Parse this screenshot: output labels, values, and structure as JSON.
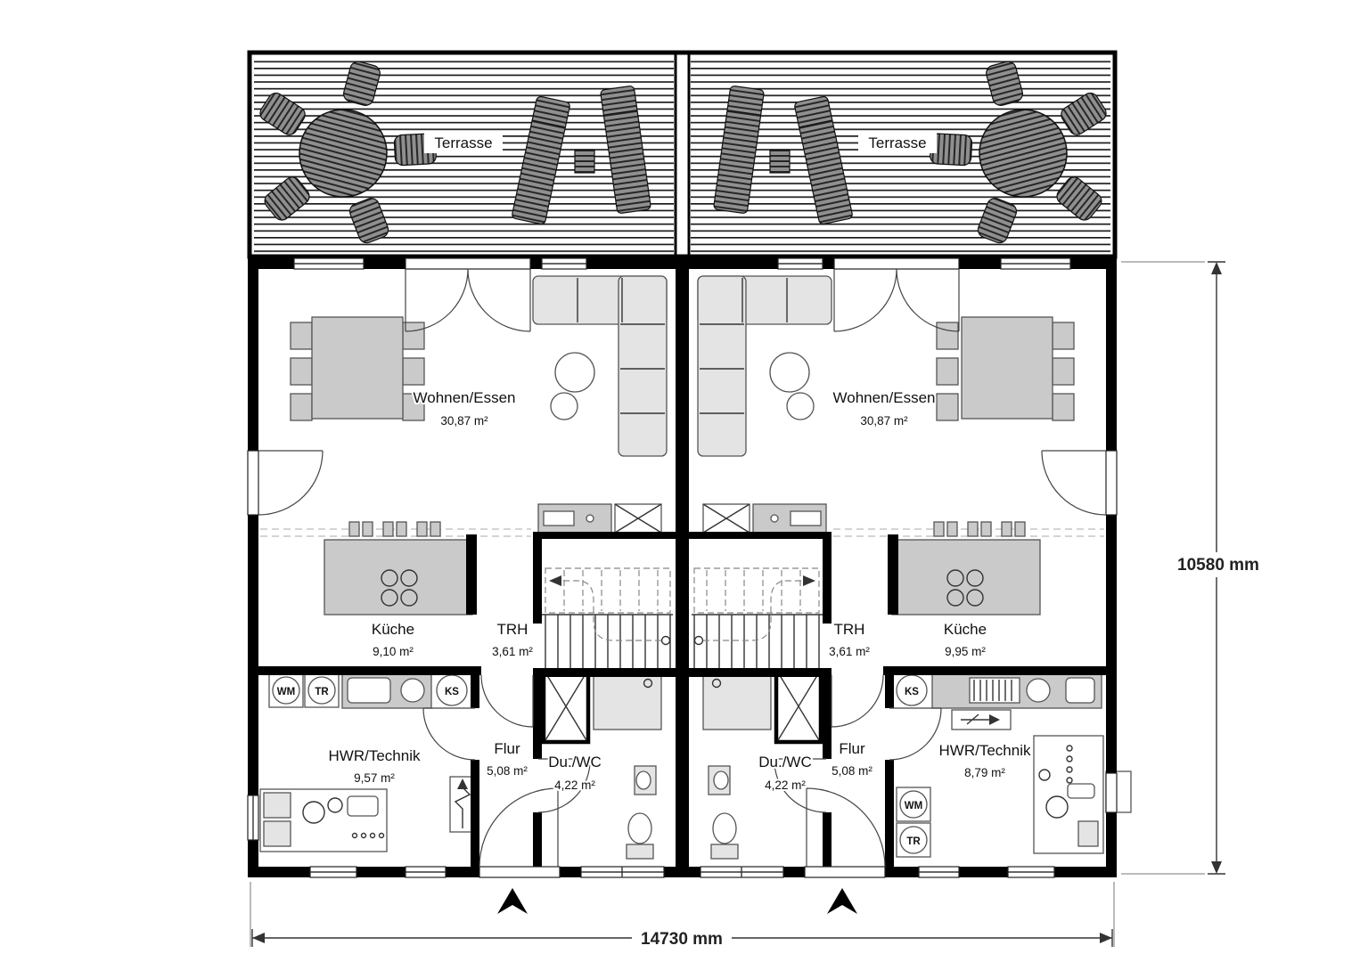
{
  "units": {
    "left": {
      "terrace_label": "Terrasse",
      "rooms": {
        "living": {
          "name": "Wohnen/Essen",
          "area": "30,87 m²"
        },
        "kitchen": {
          "name": "Küche",
          "area": "9,10 m²"
        },
        "stairs": {
          "name": "TRH",
          "area": "3,61 m²"
        },
        "hall": {
          "name": "Flur",
          "area": "5,08 m²"
        },
        "shower_wc": {
          "name": "Du./WC",
          "area": "4,22 m²"
        },
        "utility": {
          "name": "HWR/Technik",
          "area": "9,57 m²"
        }
      },
      "appliances": {
        "washer": "WM",
        "dryer": "TR",
        "fridge": "KS"
      }
    },
    "right": {
      "terrace_label": "Terrasse",
      "rooms": {
        "living": {
          "name": "Wohnen/Essen",
          "area": "30,87 m²"
        },
        "kitchen": {
          "name": "Küche",
          "area": "9,95 m²"
        },
        "stairs": {
          "name": "TRH",
          "area": "3,61 m²"
        },
        "hall": {
          "name": "Flur",
          "area": "5,08 m²"
        },
        "shower_wc": {
          "name": "Du./WC",
          "area": "4,22 m²"
        },
        "utility": {
          "name": "HWR/Technik",
          "area": "8,79 m²"
        }
      },
      "appliances": {
        "washer": "WM",
        "dryer": "TR",
        "fridge": "KS"
      }
    }
  },
  "dimensions": {
    "overall_width": "14730 mm",
    "overall_height": "10580 mm"
  },
  "colors": {
    "wall": "#000000",
    "line": "#333333",
    "furniture": "#cacaca",
    "furniture_light": "#e4e4e4",
    "deck_line": "#1c1c1c",
    "background": "#ffffff"
  }
}
